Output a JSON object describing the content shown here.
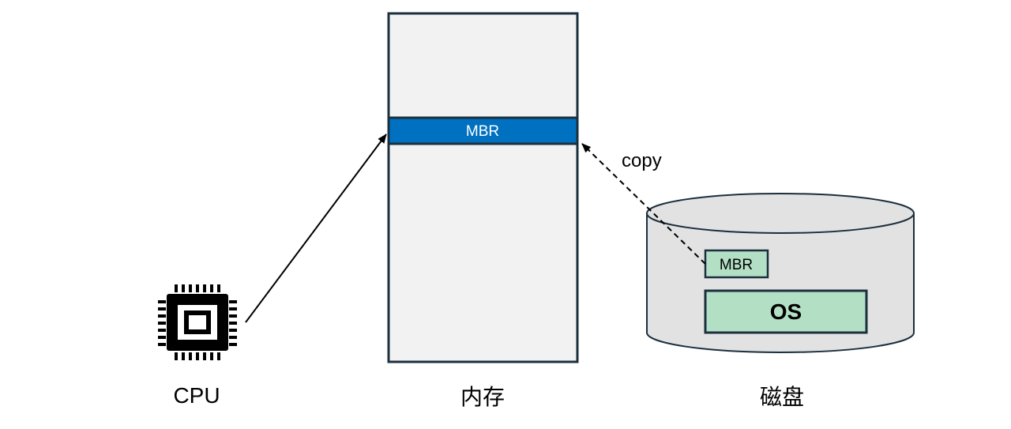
{
  "colors": {
    "memory_fill": "#f2f2f2",
    "memory_stroke": "#1b2f3e",
    "mbr_band": "#0070c0",
    "disk_fill": "#e2e2e2",
    "disk_stroke": "#1b2f3e",
    "partition_fill": "#b3dfc5",
    "arrow": "#000000"
  },
  "cpu": {
    "label": "CPU",
    "icon": "chip-icon"
  },
  "memory": {
    "label": "内存",
    "mbr_label": "MBR"
  },
  "disk": {
    "label": "磁盘",
    "icon": "cylinder-icon",
    "mbr_label": "MBR",
    "os_label": "OS"
  },
  "arrows": {
    "copy_label": "copy"
  }
}
